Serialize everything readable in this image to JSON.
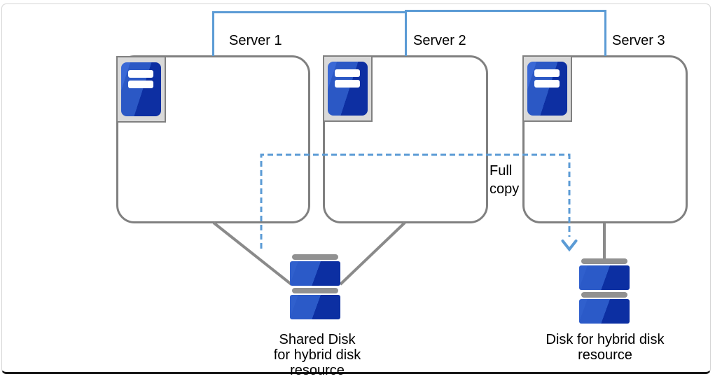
{
  "servers": [
    {
      "label": "Server 1"
    },
    {
      "label": "Server 2"
    },
    {
      "label": "Server 3"
    }
  ],
  "connections": {
    "full_copy_label": "Full copy"
  },
  "disks": {
    "shared": {
      "label": "Shared Disk\nfor hybrid disk resource"
    },
    "hybrid": {
      "label": "Disk for hybrid disk\nresource"
    }
  },
  "colors": {
    "network_blue": "#5B9BD5",
    "connector_gray": "#8A8A8A",
    "box_border_gray": "#808080",
    "icon_frame_gray": "#D9D9D9",
    "server_blue_light": "#2B58C5",
    "server_blue_dark": "#0D2FA2",
    "disk_cap_gray": "#919191",
    "text_black": "#000000"
  }
}
